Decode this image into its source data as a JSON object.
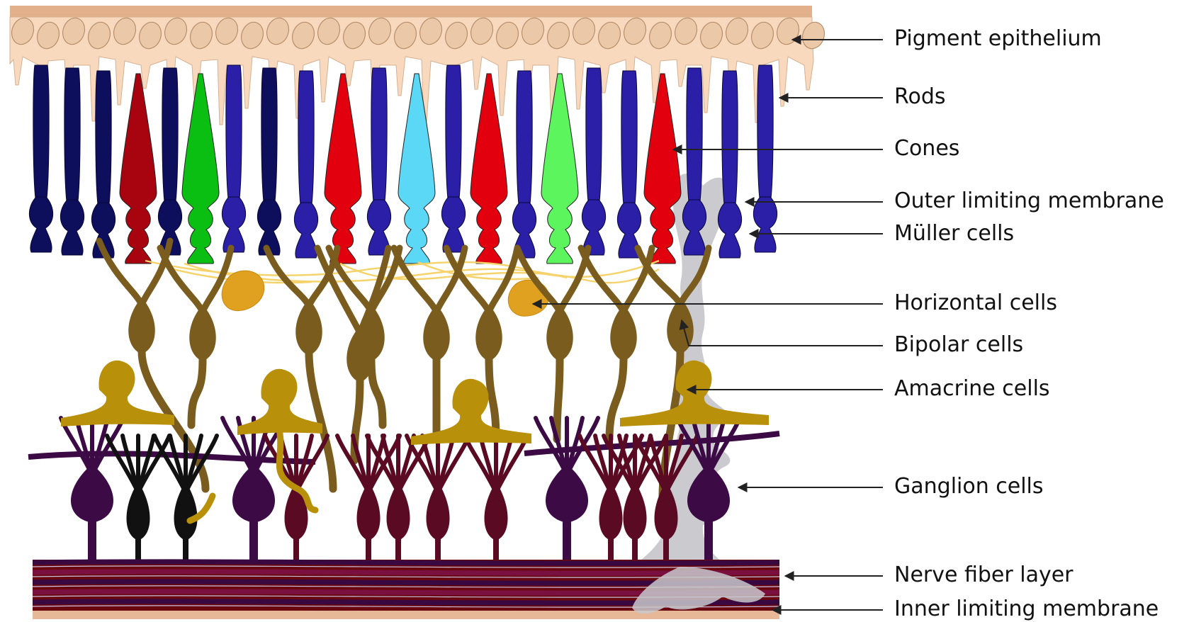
{
  "labels": {
    "pigment_epithelium": "Pigment epithelium",
    "rods": "Rods",
    "cones": "Cones",
    "outer_limiting_membrane": "Outer limiting membrane",
    "muller_cells": "Müller cells",
    "horizontal_cells": "Horizontal cells",
    "bipolar_cells": "Bipolar cells",
    "amacrine_cells": "Amacrine cells",
    "ganglion_cells": "Ganglion cells",
    "nerve_fiber_layer": "Nerve fiber layer",
    "inner_limiting_membrane": "Inner limiting membrane"
  },
  "colors": {
    "epithelium_fill": "#F8D9BE",
    "epithelium_top": "#E2B08A",
    "nucleus": "#EBC9A8",
    "rod_dark": "#0E0F5C",
    "rod_blue": "#2A1FA6",
    "cone_dark_red": "#A8040F",
    "cone_red": "#E2000E",
    "cone_green": "#0BBF12",
    "cone_light_green": "#5CF55E",
    "cone_cyan": "#5AD8F5",
    "bipolar": "#7A5C1E",
    "horizontal": "#E0A020",
    "horizontal_fiber": "#F5D36A",
    "amacrine": "#B8900A",
    "ganglion_purple": "#3C0A45",
    "ganglion_maroon": "#5A0A22",
    "ganglion_black": "#111111",
    "muller": "#C8C8CC",
    "nerve_fiber_a": "#3A0840",
    "nerve_fiber_b": "#6A0810",
    "inner_membrane": "#E6B898",
    "arrow": "#222222"
  }
}
